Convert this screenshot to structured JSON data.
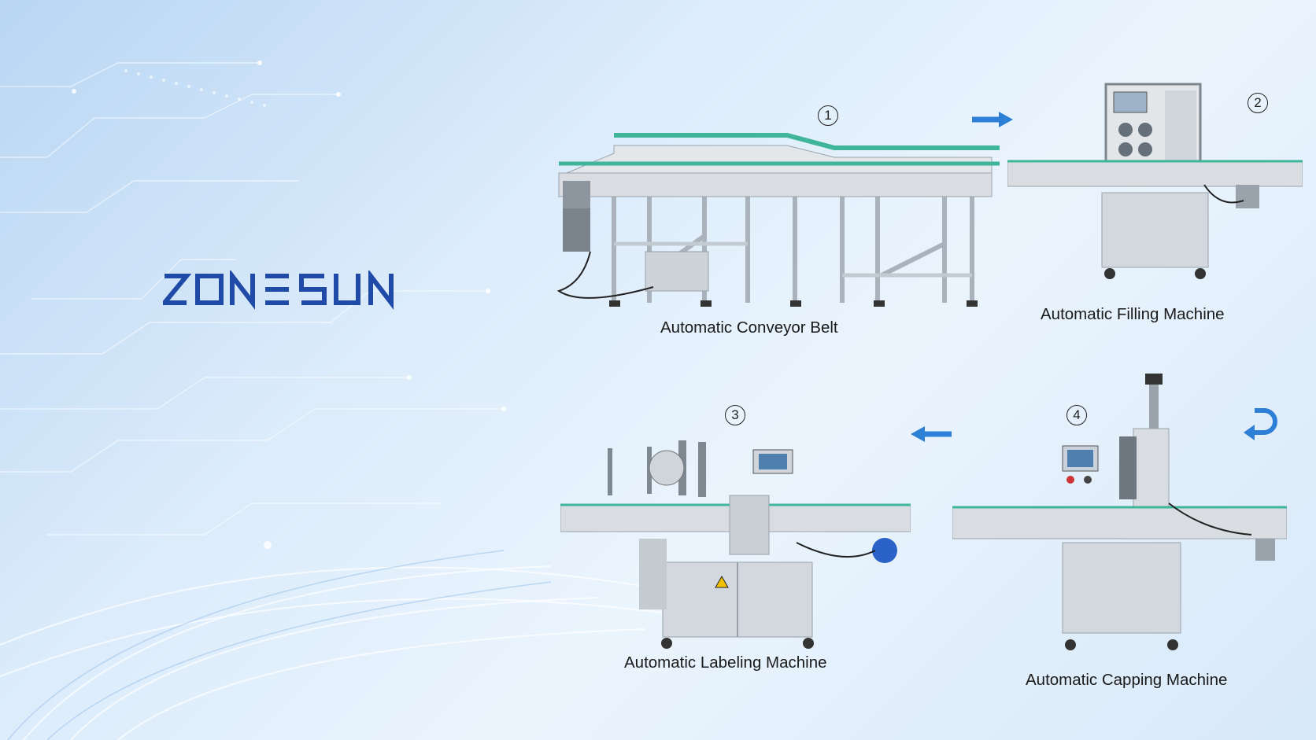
{
  "brand": {
    "name": "ZONESUN"
  },
  "colors": {
    "brand": "#1f4aa8",
    "arrow": "#2e7fd6",
    "steel": "#d9dde1",
    "rail": "#3fb59a"
  },
  "steps": [
    {
      "number": "1",
      "label": "Automatic Conveyor Belt",
      "icon": "conveyor-belt-machine"
    },
    {
      "number": "2",
      "label": "Automatic Filling Machine",
      "icon": "filling-machine"
    },
    {
      "number": "3",
      "label": "Automatic Labeling Machine",
      "icon": "labeling-machine"
    },
    {
      "number": "4",
      "label": "Automatic Capping Machine",
      "icon": "capping-machine"
    }
  ],
  "flow_arrows": [
    "arrow-right-icon",
    "arrow-return-icon",
    "arrow-left-icon"
  ]
}
